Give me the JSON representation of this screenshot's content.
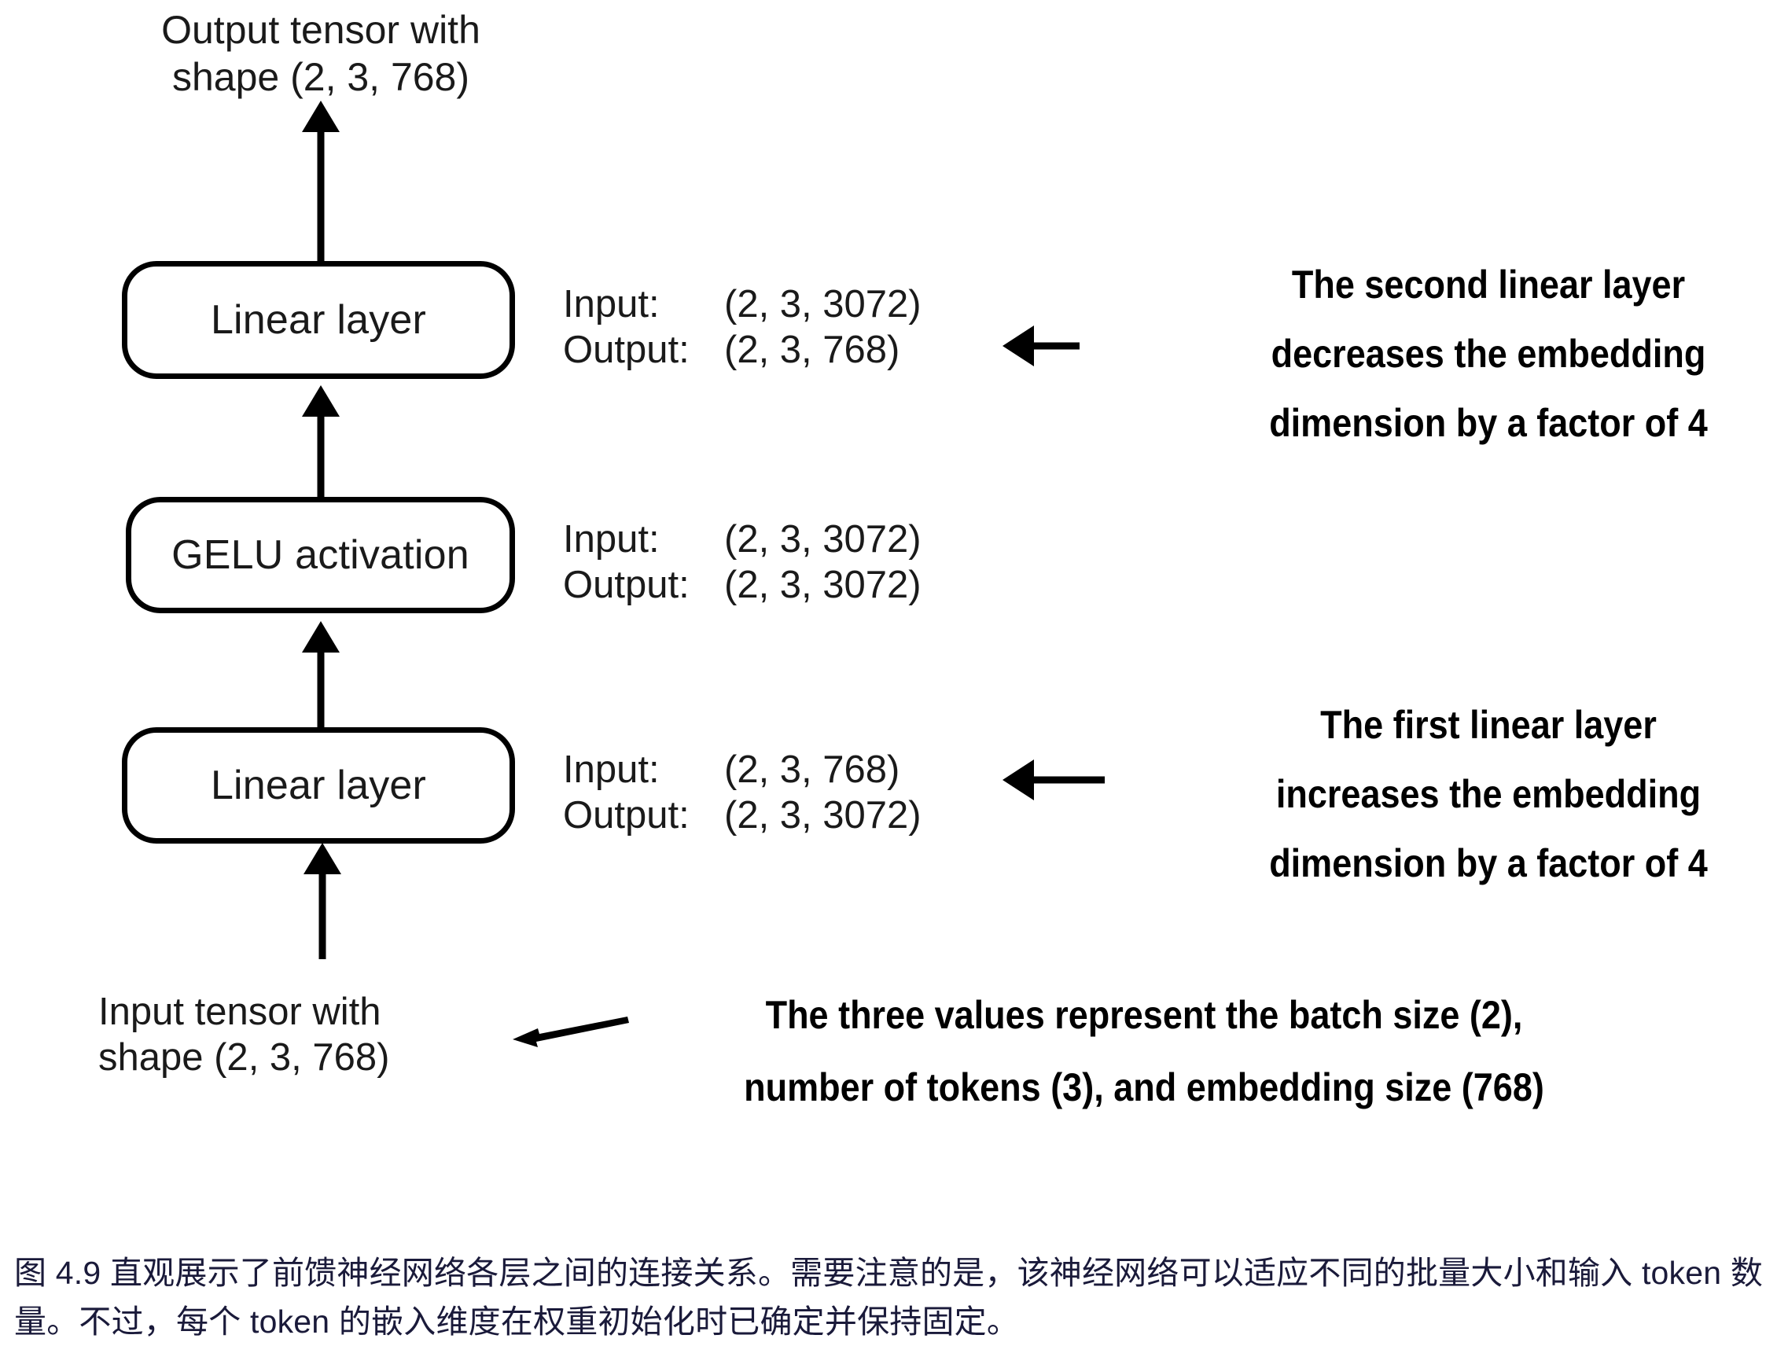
{
  "figure": {
    "top_label": "Output tensor with\nshape (2, 3, 768)",
    "bottom_label": "Input tensor with\nshape (2, 3, 768)",
    "nodes": [
      {
        "id": "linear-top",
        "label": "Linear layer"
      },
      {
        "id": "gelu",
        "label": "GELU activation"
      },
      {
        "id": "linear-bottom",
        "label": "Linear layer"
      }
    ],
    "io_specs": [
      {
        "for": "linear-top",
        "input_key": "Input:",
        "input_value": "(2, 3, 3072)",
        "output_key": "Output:",
        "output_value": "(2, 3, 768)"
      },
      {
        "for": "gelu",
        "input_key": "Input:",
        "input_value": "(2, 3, 3072)",
        "output_key": "Output:",
        "output_value": "(2, 3, 3072)"
      },
      {
        "for": "linear-bottom",
        "input_key": "Input:",
        "input_value": "(2, 3, 768)",
        "output_key": "Output:",
        "output_value": "(2, 3, 3072)"
      }
    ],
    "callouts": [
      {
        "id": "second-layer",
        "text": "The second linear layer decreases the embedding dimension by a factor of 4"
      },
      {
        "id": "first-layer",
        "text": "The first linear layer increases the embedding dimension by a factor of 4"
      },
      {
        "id": "shapes",
        "text": "The three values represent the batch size (2), number of tokens (3), and embedding size (768)"
      }
    ],
    "icons": {
      "arrow_up": "arrow-up-icon",
      "arrow_left": "arrow-left-icon"
    },
    "colors": {
      "stroke": "#000000",
      "text": "#1a1a1a",
      "caption": "#1a1a3a",
      "background": "#ffffff"
    }
  },
  "caption": {
    "text": "图 4.9 直观展示了前馈神经网络各层之间的连接关系。需要注意的是，该神经网络可以适应不同的批量大小和输入 token 数量。不过，每个 token 的嵌入维度在权重初始化时已确定并保持固定。"
  }
}
